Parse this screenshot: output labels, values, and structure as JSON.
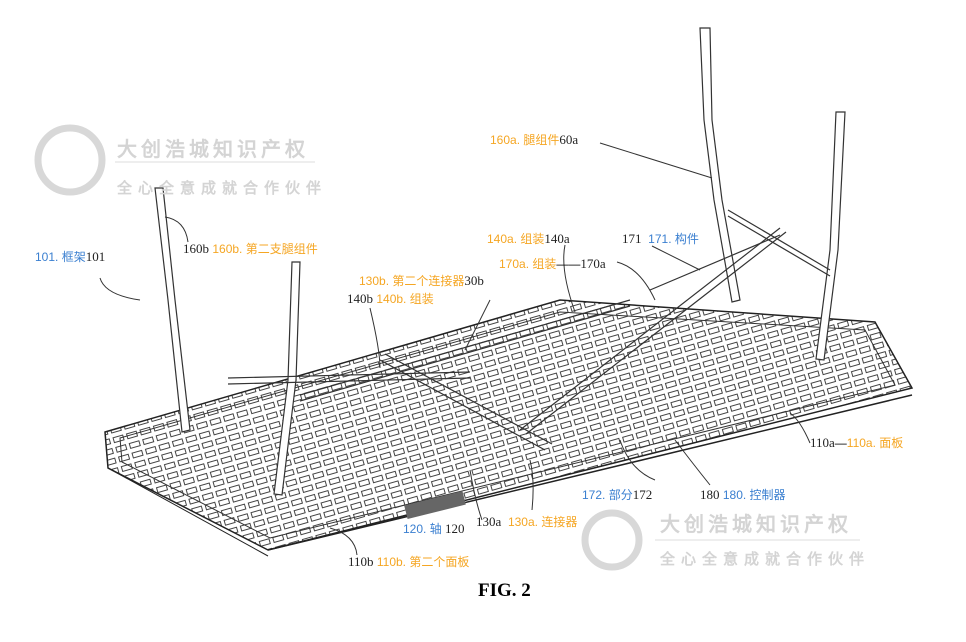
{
  "figure_title": "FIG. 2",
  "watermark": {
    "line1": "大创浩城知识产权",
    "line2": "全心全意成就合作伙伴"
  },
  "labels": {
    "l101": {
      "num": "101",
      "text": "101. 框架"
    },
    "l160b": {
      "num": "160b",
      "text": "160b. 第二支腿组件"
    },
    "l160a": {
      "num": "60a",
      "text": "160a. 腿组件"
    },
    "l130b": {
      "num": "30b",
      "text": "130b. 第二个连接器"
    },
    "l140b": {
      "num": "140b",
      "text": "140b. 组装"
    },
    "l140a": {
      "num": "140a",
      "text": "140a. 组装"
    },
    "l170a": {
      "num": "170a",
      "text": "170a. 组装"
    },
    "l171": {
      "num": "171",
      "text": "171. 构件"
    },
    "l110a": {
      "num": "110a",
      "text": "110a. 面板"
    },
    "l172": {
      "num": "172",
      "text": "172. 部分"
    },
    "l180": {
      "num": "180",
      "text": "180. 控制器"
    },
    "l120": {
      "num": "120",
      "text": "120. 轴"
    },
    "l130a": {
      "num": "130a",
      "text": "130a. 连接器"
    },
    "l110b": {
      "num": "110b",
      "text": "110b. 第二个面板"
    }
  }
}
